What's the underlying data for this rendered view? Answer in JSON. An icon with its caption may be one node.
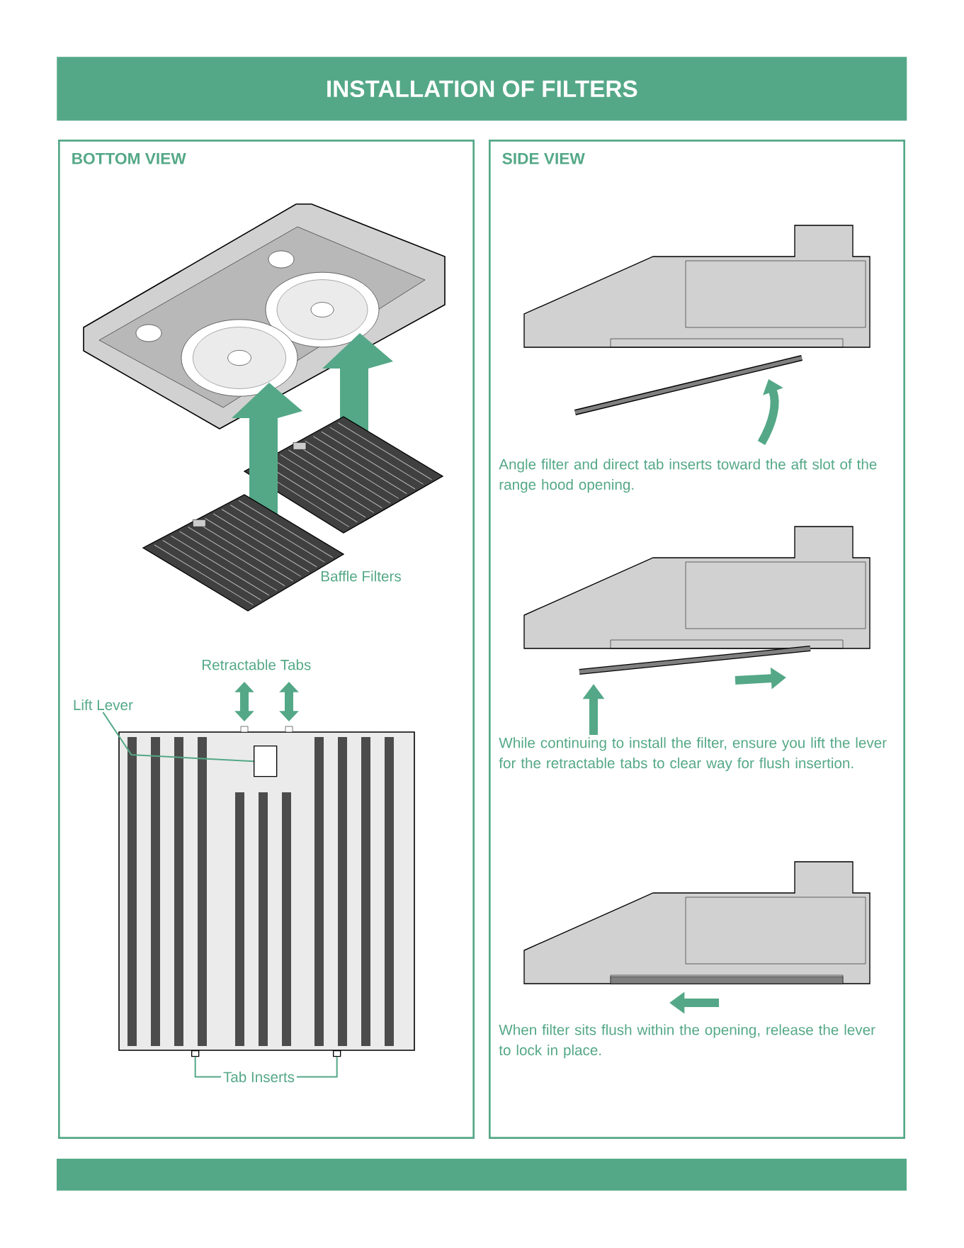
{
  "diagram": {
    "title": "INSTALLATION OF FILTERS",
    "nodes": [
      {
        "text": [
          "BOTTOM VIEW"
        ]
      },
      {
        "text": [
          "SIDE VIEW"
        ]
      },
      {
        "text": [
          "Lift Lever"
        ],
        "in": 0
      },
      {
        "text": [],
        "shape": "box",
        "in": 0
      },
      {
        "text": [
          "Tab Inserts"
        ],
        "in": 0
      },
      {
        "text": [],
        "shape": "box",
        "in": 0
      },
      {
        "text": [],
        "shape": "box",
        "in": 0
      }
    ],
    "edges": [
      {
        "from": 2,
        "to": 3,
        "arrow": "none"
      },
      {
        "from": 4,
        "to": 5,
        "arrow": "none"
      },
      {
        "from": 4,
        "to": 6,
        "arrow": "none"
      }
    ],
    "labels": [
      "Baffle Filters",
      "Retractable Tabs",
      "Angle filter and direct tab inserts toward the aft slot of the range hood opening.",
      "While continuing to install the filter, ensure you lift the lever for the retractable tabs to clear way for flush insertion.",
      "When filter sits flush within the opening, release the lever to lock in place."
    ]
  }
}
